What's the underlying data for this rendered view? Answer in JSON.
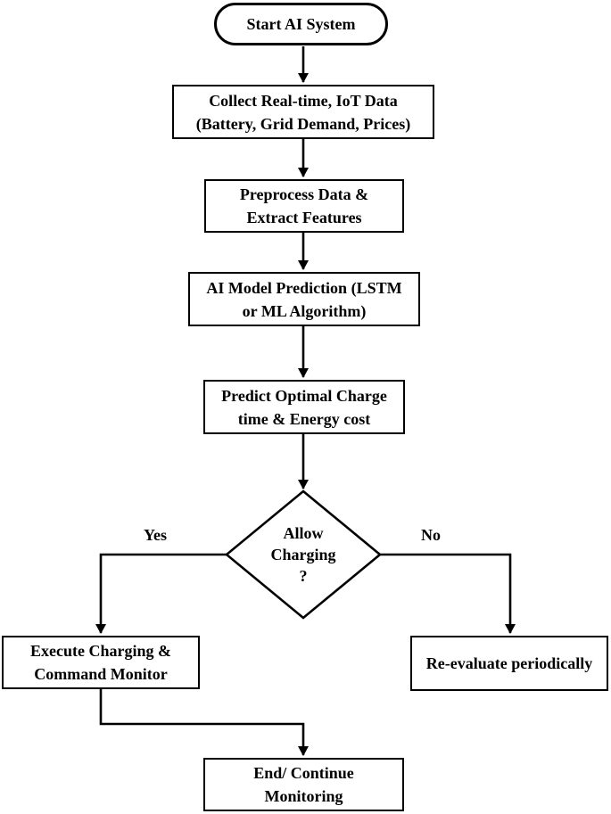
{
  "diagram": {
    "title": "AI smart-charging decision flowchart",
    "background_color": "#ffffff",
    "line_color": "#000000",
    "nodes": {
      "start": {
        "type": "terminator",
        "lines": [
          "Start AI System"
        ]
      },
      "collect": {
        "type": "process",
        "lines": [
          "Collect Real-time, IoT Data",
          "(Battery, Grid Demand, Prices)"
        ]
      },
      "preprocess": {
        "type": "process",
        "lines": [
          "Preprocess Data &",
          "Extract Features"
        ]
      },
      "ai_model": {
        "type": "process",
        "lines": [
          "AI Model Prediction (LSTM",
          "or ML Algorithm)"
        ]
      },
      "predict": {
        "type": "process",
        "lines": [
          "Predict Optimal Charge",
          "time & Energy cost"
        ]
      },
      "decision": {
        "type": "decision",
        "lines": [
          "Allow",
          "Charging",
          "?"
        ]
      },
      "execute": {
        "type": "process",
        "lines": [
          "Execute Charging &",
          "Command Monitor"
        ]
      },
      "reevaluate": {
        "type": "process",
        "lines": [
          "Re-evaluate periodically"
        ]
      },
      "end": {
        "type": "process",
        "lines": [
          "End/ Continue",
          "Monitoring"
        ]
      }
    },
    "edges": [
      {
        "from": "start",
        "to": "collect",
        "label": ""
      },
      {
        "from": "collect",
        "to": "preprocess",
        "label": ""
      },
      {
        "from": "preprocess",
        "to": "ai_model",
        "label": ""
      },
      {
        "from": "ai_model",
        "to": "predict",
        "label": ""
      },
      {
        "from": "predict",
        "to": "decision",
        "label": ""
      },
      {
        "from": "decision",
        "to": "execute",
        "label": "Yes"
      },
      {
        "from": "decision",
        "to": "reevaluate",
        "label": "No"
      },
      {
        "from": "execute",
        "to": "end",
        "label": ""
      }
    ]
  }
}
